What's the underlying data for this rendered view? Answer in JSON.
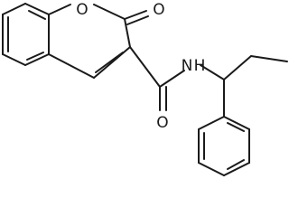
{
  "molecule": {
    "atoms": {
      "ring_oxygen": "O",
      "carbonyl_oxygen_lactone": "O",
      "amide_nitrogen": "N",
      "amide_hydrogen": "H",
      "carbonyl_oxygen_amide": "O"
    }
  }
}
